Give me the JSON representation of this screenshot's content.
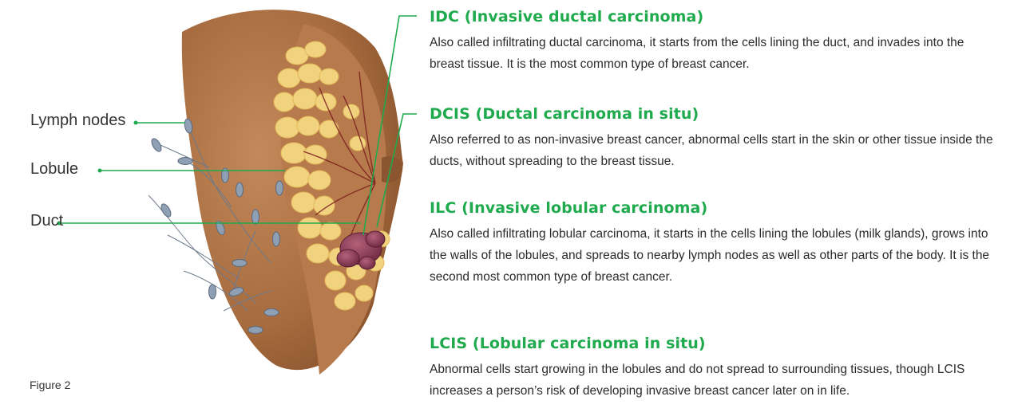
{
  "colors": {
    "accent": "#1faa4d",
    "text": "#2b2b2b",
    "skin": "#a86a3e",
    "fat": "#f1d27e",
    "tumor": "#8b3a52"
  },
  "labels": {
    "lymph_nodes": "Lymph nodes",
    "lobule": "Lobule",
    "duct": "Duct"
  },
  "figure_caption": "Figure 2",
  "sections": [
    {
      "title": "IDC (Invasive ductal carcinoma)",
      "body": "Also called infiltrating ductal carcinoma, it starts from the cells lining the duct, and invades into the breast tissue. It is the most common type of breast cancer."
    },
    {
      "title": "DCIS (Ductal carcinoma in situ)",
      "body": "Also referred to as non-invasive breast cancer, abnormal cells start in the skin or other tissue inside the ducts, without spreading to the breast tissue."
    },
    {
      "title": "ILC (Invasive lobular carcinoma)",
      "body": "Also called infiltrating lobular carcinoma, it starts in the cells lining the lobules (milk glands), grows into the walls of the lobules, and spreads to nearby lymph nodes as well as other parts of the body. It is the second most common type of breast cancer."
    },
    {
      "title": "LCIS (Lobular carcinoma in situ)",
      "body": "Abnormal cells start growing in the lobules and do not spread to surrounding tissues, though LCIS increases a person’s risk of developing invasive breast cancer later on in life."
    }
  ]
}
